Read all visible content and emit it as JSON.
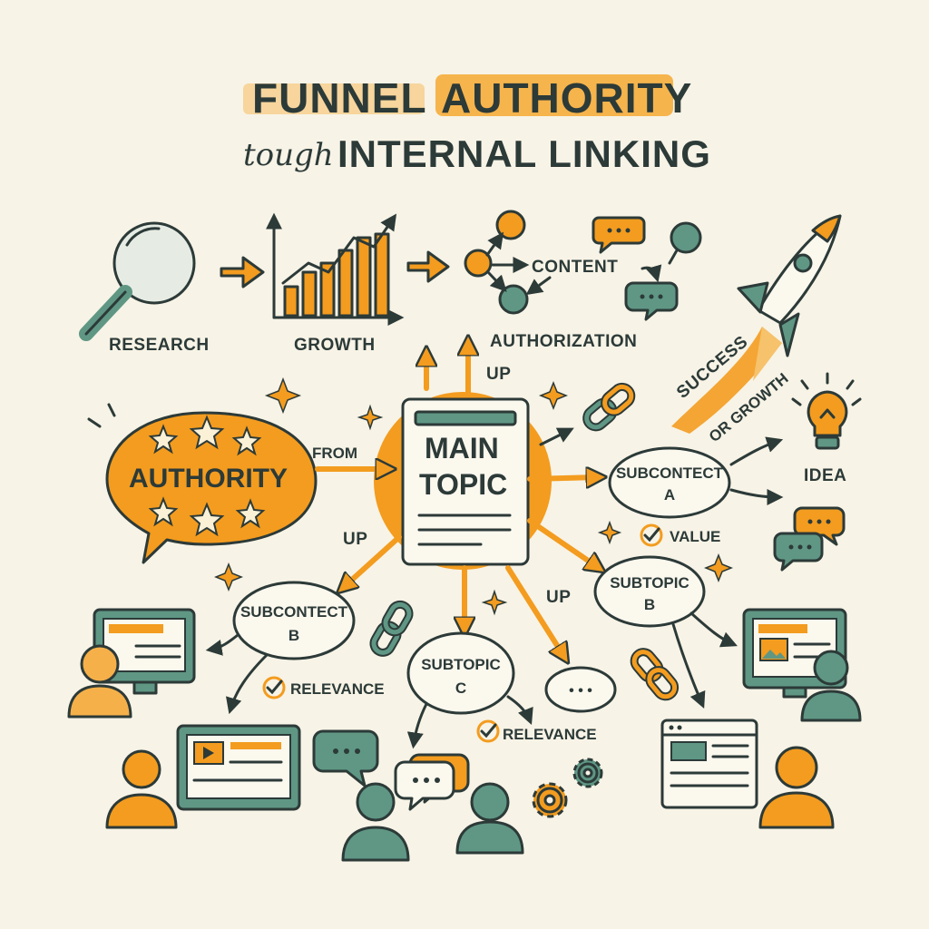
{
  "title": {
    "word1": "FUNNEL",
    "word2": "AUTHORITY",
    "line2_script": "tough",
    "line2_main": "INTERNAL LINKING"
  },
  "labels": {
    "research": "RESEARCH",
    "growth": "GROWTH",
    "content": "CONTENT",
    "authorization": "AUTHORIZATION",
    "up_top": "UP",
    "success": "SUCCESS",
    "or_growth": "OR GROWTH",
    "idea": "IDEA",
    "authority": "AUTHORITY",
    "from": "FROM",
    "main_topic_1": "MAIN",
    "main_topic_2": "TOPIC",
    "subcontect_a_1": "SUBCONTECT",
    "subcontect_a_2": "A",
    "value": "VALUE",
    "up_left": "UP",
    "subtopic_b_1": "SUBTOPIC",
    "subtopic_b_2": "B",
    "subcontect_b_1": "SUBCONTECT",
    "subcontect_b_2": "B",
    "up_bottom": "UP",
    "subtopic_c_1": "SUBTOPIC",
    "subtopic_c_2": "C",
    "relevance_left": "RELEVANCE",
    "relevance_bottom": "RELEVANCE",
    "ellipsis": "• • •"
  },
  "colors": {
    "background": "#f7f3e6",
    "orange": "#f39c1f",
    "teal": "#5f9784",
    "ink": "#2c3a38",
    "paper": "#fbf8ee"
  }
}
